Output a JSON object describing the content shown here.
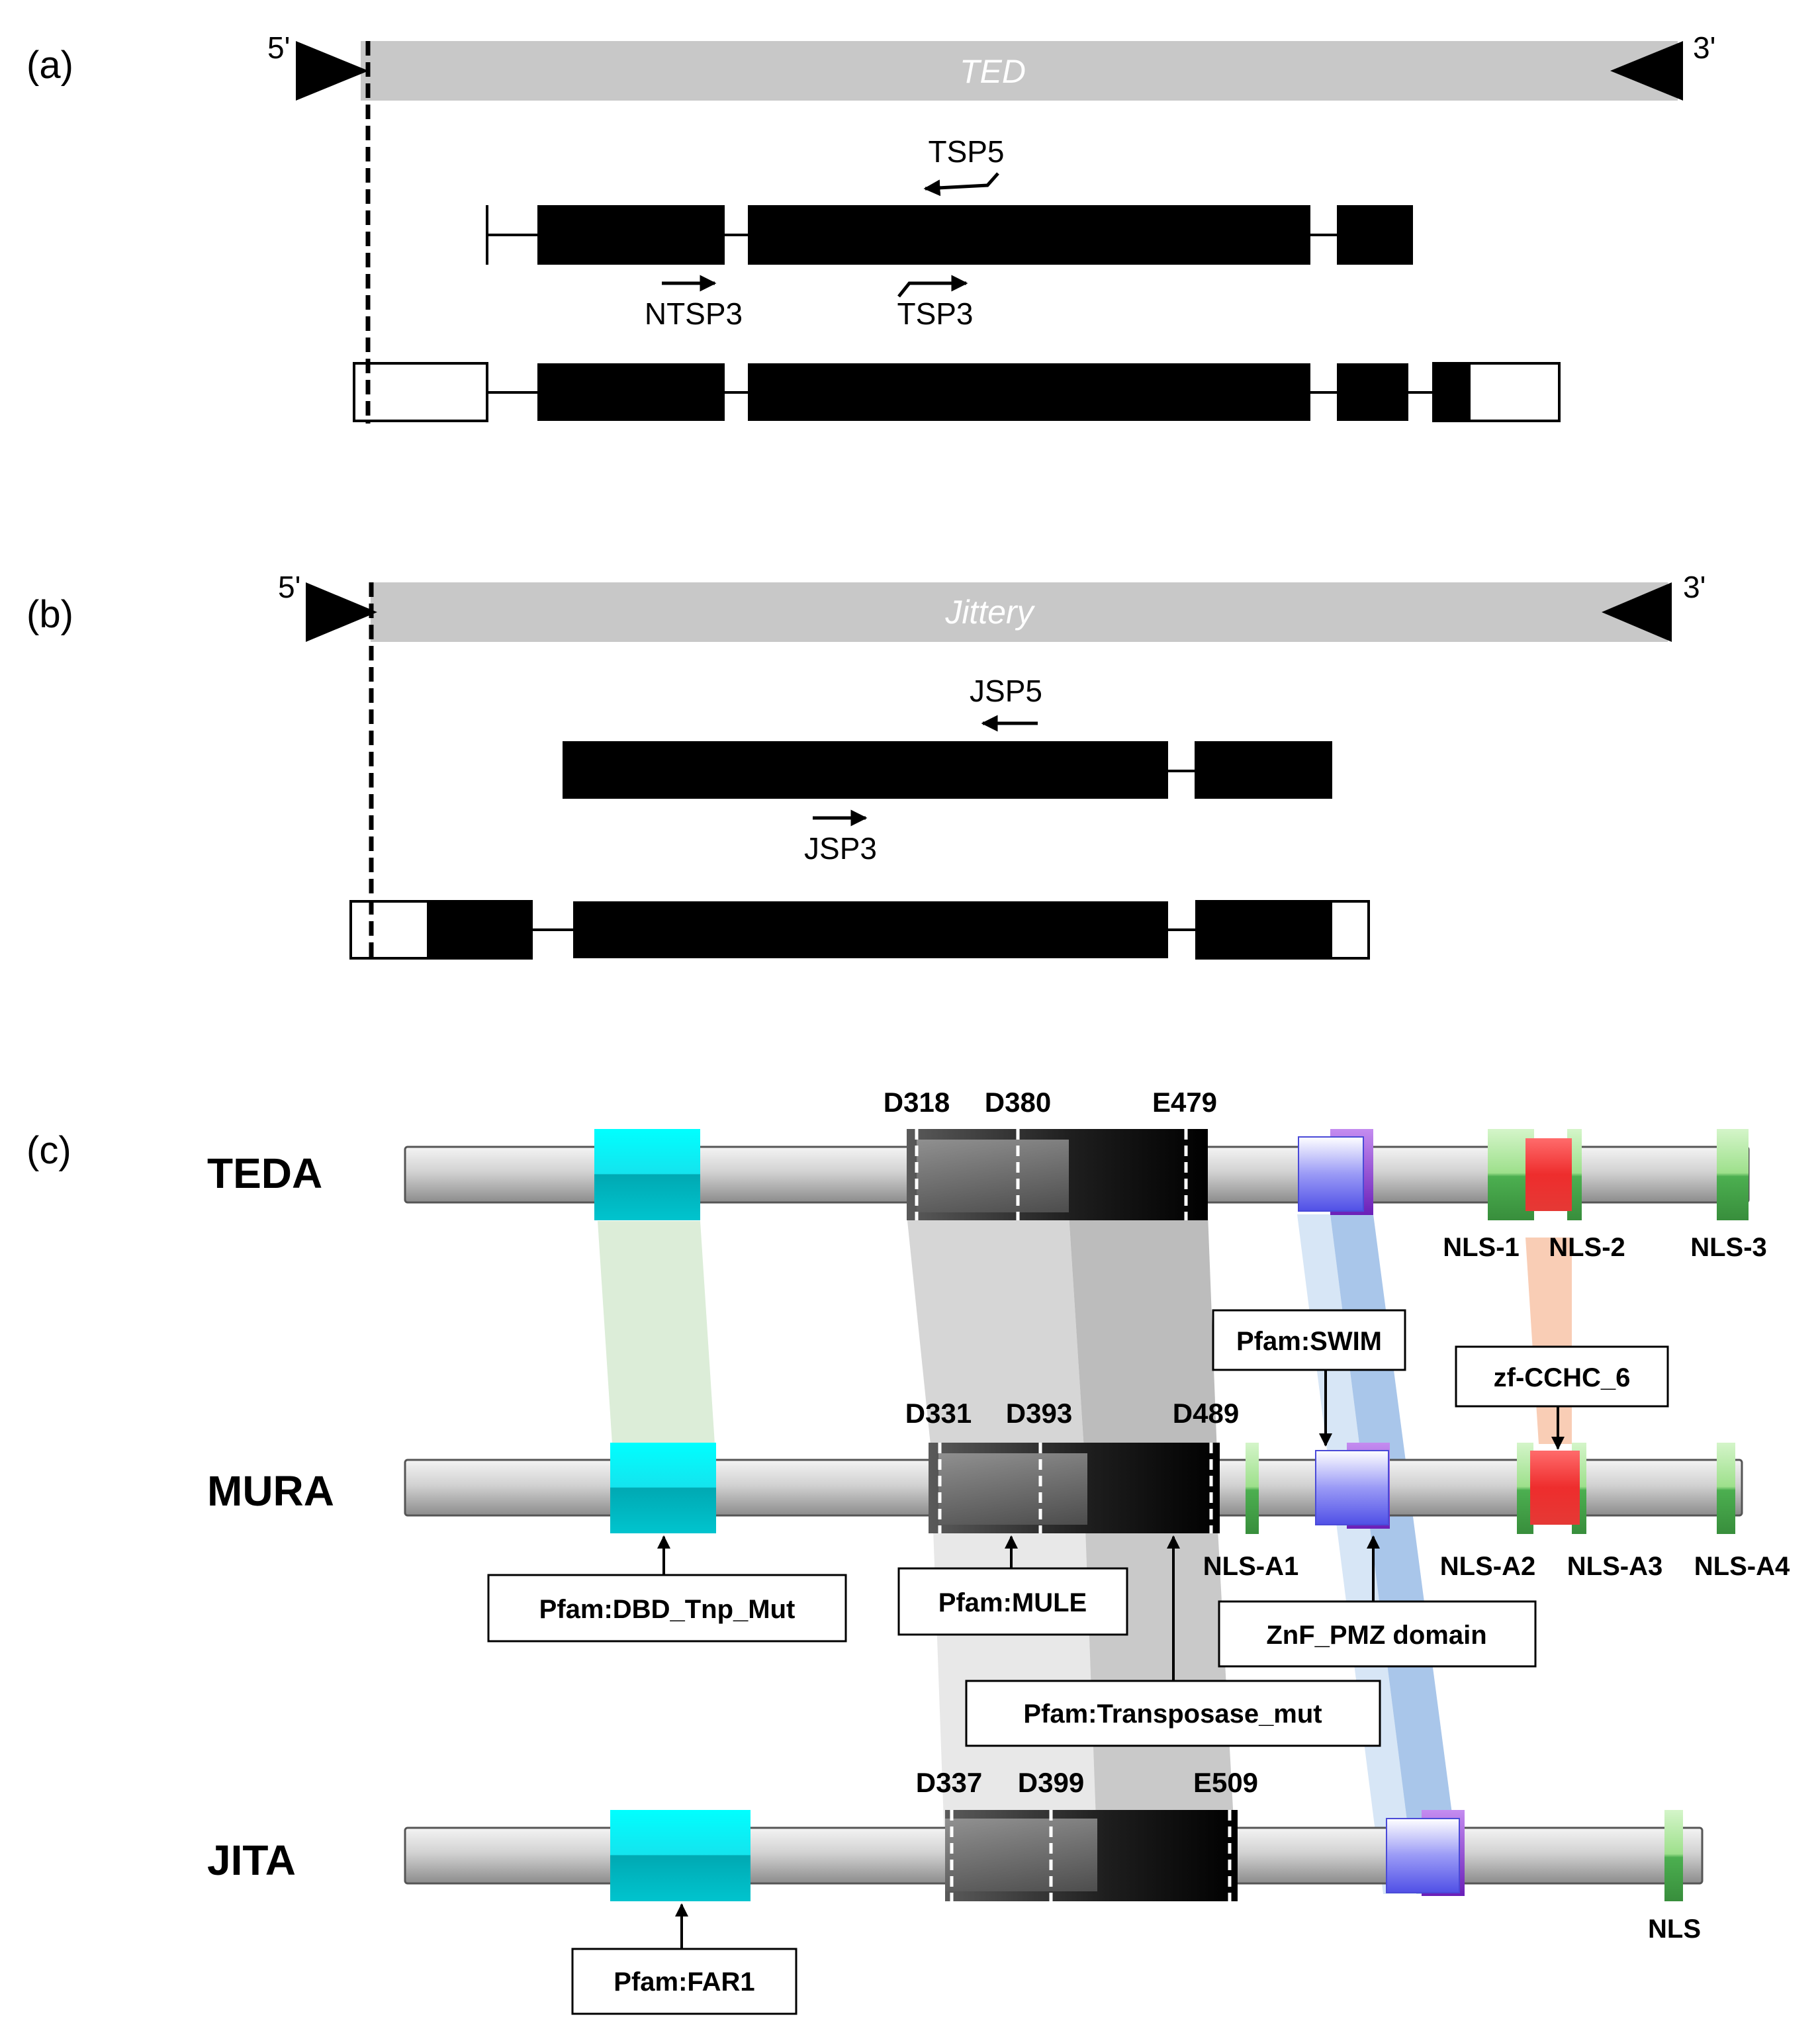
{
  "panel_a": {
    "label": "(a)",
    "five_prime": "5'",
    "three_prime": "3'",
    "element_name": "TED",
    "primers": {
      "tsp5": "TSP5",
      "ntsp3": "NTSP3",
      "tsp3": "TSP3"
    }
  },
  "panel_b": {
    "label": "(b)",
    "five_prime": "5'",
    "three_prime": "3'",
    "element_name": "Jittery",
    "primers": {
      "jsp5": "JSP5",
      "jsp3": "JSP3"
    }
  },
  "panel_c": {
    "label": "(c)",
    "proteins": {
      "teda": {
        "name": "TEDA",
        "residues": [
          "D318",
          "D380",
          "E479"
        ],
        "nls": [
          "NLS-1",
          "NLS-2",
          "NLS-3"
        ]
      },
      "mura": {
        "name": "MURA",
        "residues": [
          "D331",
          "D393",
          "D489"
        ],
        "nls": [
          "NLS-A1",
          "NLS-A2",
          "NLS-A3",
          "NLS-A4"
        ]
      },
      "jita": {
        "name": "JITA",
        "residues": [
          "D337",
          "D399",
          "E509"
        ],
        "nls": [
          "NLS"
        ]
      }
    },
    "domain_boxes": {
      "swim": "Pfam:SWIM",
      "zf_cchc": "zf-CCHC_6",
      "dbd": "Pfam:DBD_Tnp_Mut",
      "mule": "Pfam:MULE",
      "znf_pmz": "ZnF_PMZ domain",
      "transposase": "Pfam:Transposase_mut",
      "far1": "Pfam:FAR1"
    },
    "colors": {
      "dbd_domain": "#00c8d2",
      "swim_domain": "#6f6ff0",
      "zf_domain": "#ee3b3b",
      "nls_motif": "#4caf50",
      "link_green": "#dcedd8",
      "link_blue": "#b9d3ef",
      "link_salmon": "#f9cdb5"
    }
  }
}
